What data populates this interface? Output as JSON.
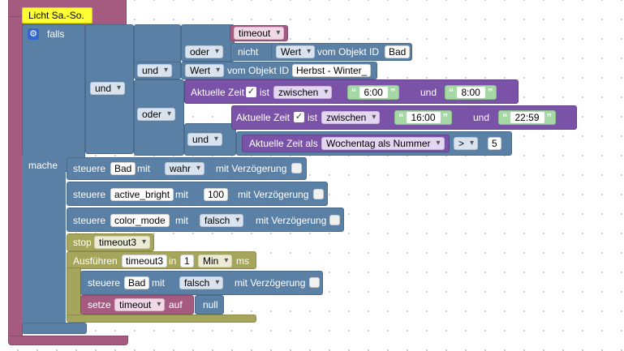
{
  "event_block": {
    "title": "Licht Sa.-So."
  },
  "if_block": {
    "gear_icon": "gear-icon",
    "falls_label": "falls",
    "do_label": "mache"
  },
  "logic": {
    "and_1": "und",
    "or_1": "oder",
    "and_2": "und",
    "or_2": "oder",
    "and_3": "und"
  },
  "timeout_var": {
    "value": "timeout"
  },
  "not_row": {
    "oder": "oder",
    "nicht": "nicht",
    "wert": "Wert",
    "vom_objekt": "vom Objekt ID",
    "object": "Bad"
  },
  "season_row": {
    "wert": "Wert",
    "vom_objekt": "vom Objekt ID",
    "object": "Herbst - Winter_"
  },
  "time_row_1": {
    "label": "Aktuelle Zeit",
    "ist": "ist",
    "op": "zwischen",
    "from": "6:00",
    "und": "und",
    "to": "8:00"
  },
  "time_row_2": {
    "label": "Aktuelle Zeit",
    "ist": "ist",
    "op": "zwischen",
    "from": "16:00",
    "und": "und",
    "to": "22:59"
  },
  "weekday_row": {
    "label": "Aktuelle Zeit als",
    "format": "Wochentag als Nummer",
    "comparator": ">",
    "value": "5"
  },
  "steuere_1": {
    "label": "steuere",
    "object": "Bad",
    "mit": "mit",
    "value": "wahr",
    "delay": "mit Verzögerung"
  },
  "steuere_2": {
    "label": "steuere",
    "object": "active_bright",
    "mit": "mit",
    "value": "100",
    "delay": "mit Verzögerung"
  },
  "steuere_3": {
    "label": "steuere",
    "object": "color_mode",
    "mit": "mit",
    "value": "falsch",
    "delay": "mit Verzögerung"
  },
  "stop_block": {
    "label": "stop",
    "timer": "timeout3"
  },
  "exec_block": {
    "label": "Ausführen",
    "timer": "timeout3",
    "in": "in",
    "count": "1",
    "unit": "Min",
    "ms": "ms"
  },
  "inner_steuere": {
    "label": "steuere",
    "object": "Bad",
    "mit": "mit",
    "value": "falsch",
    "delay": "mit Verzögerung"
  },
  "set_block": {
    "label": "setze",
    "variable": "timeout",
    "auf": "auf",
    "value": "null"
  }
}
